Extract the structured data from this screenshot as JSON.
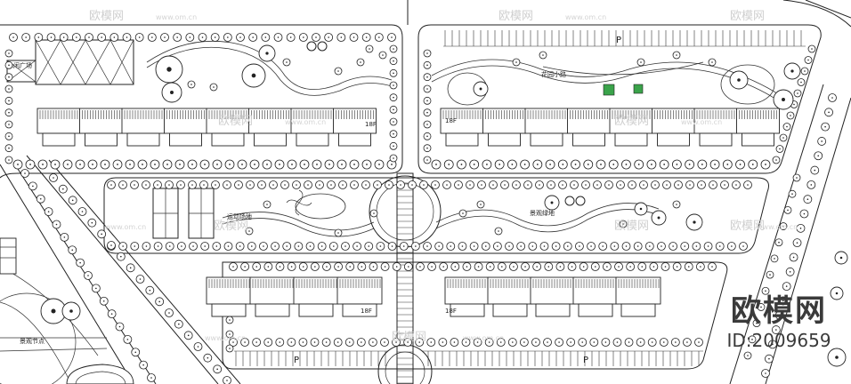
{
  "drawing": {
    "labels": {
      "sports_area": "运动场地",
      "garden_path": "花园小路",
      "scenic_garden": "景观绿地",
      "floor_count": "18F",
      "parking": "P",
      "plaza": "休闲广场",
      "corner": "景观节点"
    },
    "watermark": {
      "brand": "欧模网",
      "site": "www.om.cn"
    }
  },
  "stamp": {
    "brand": "欧模网",
    "id_text": "ID:2009659"
  },
  "colors": {
    "line": "#222222",
    "accent_green": "#3aa34a",
    "watermark": "#cfcfcf"
  }
}
